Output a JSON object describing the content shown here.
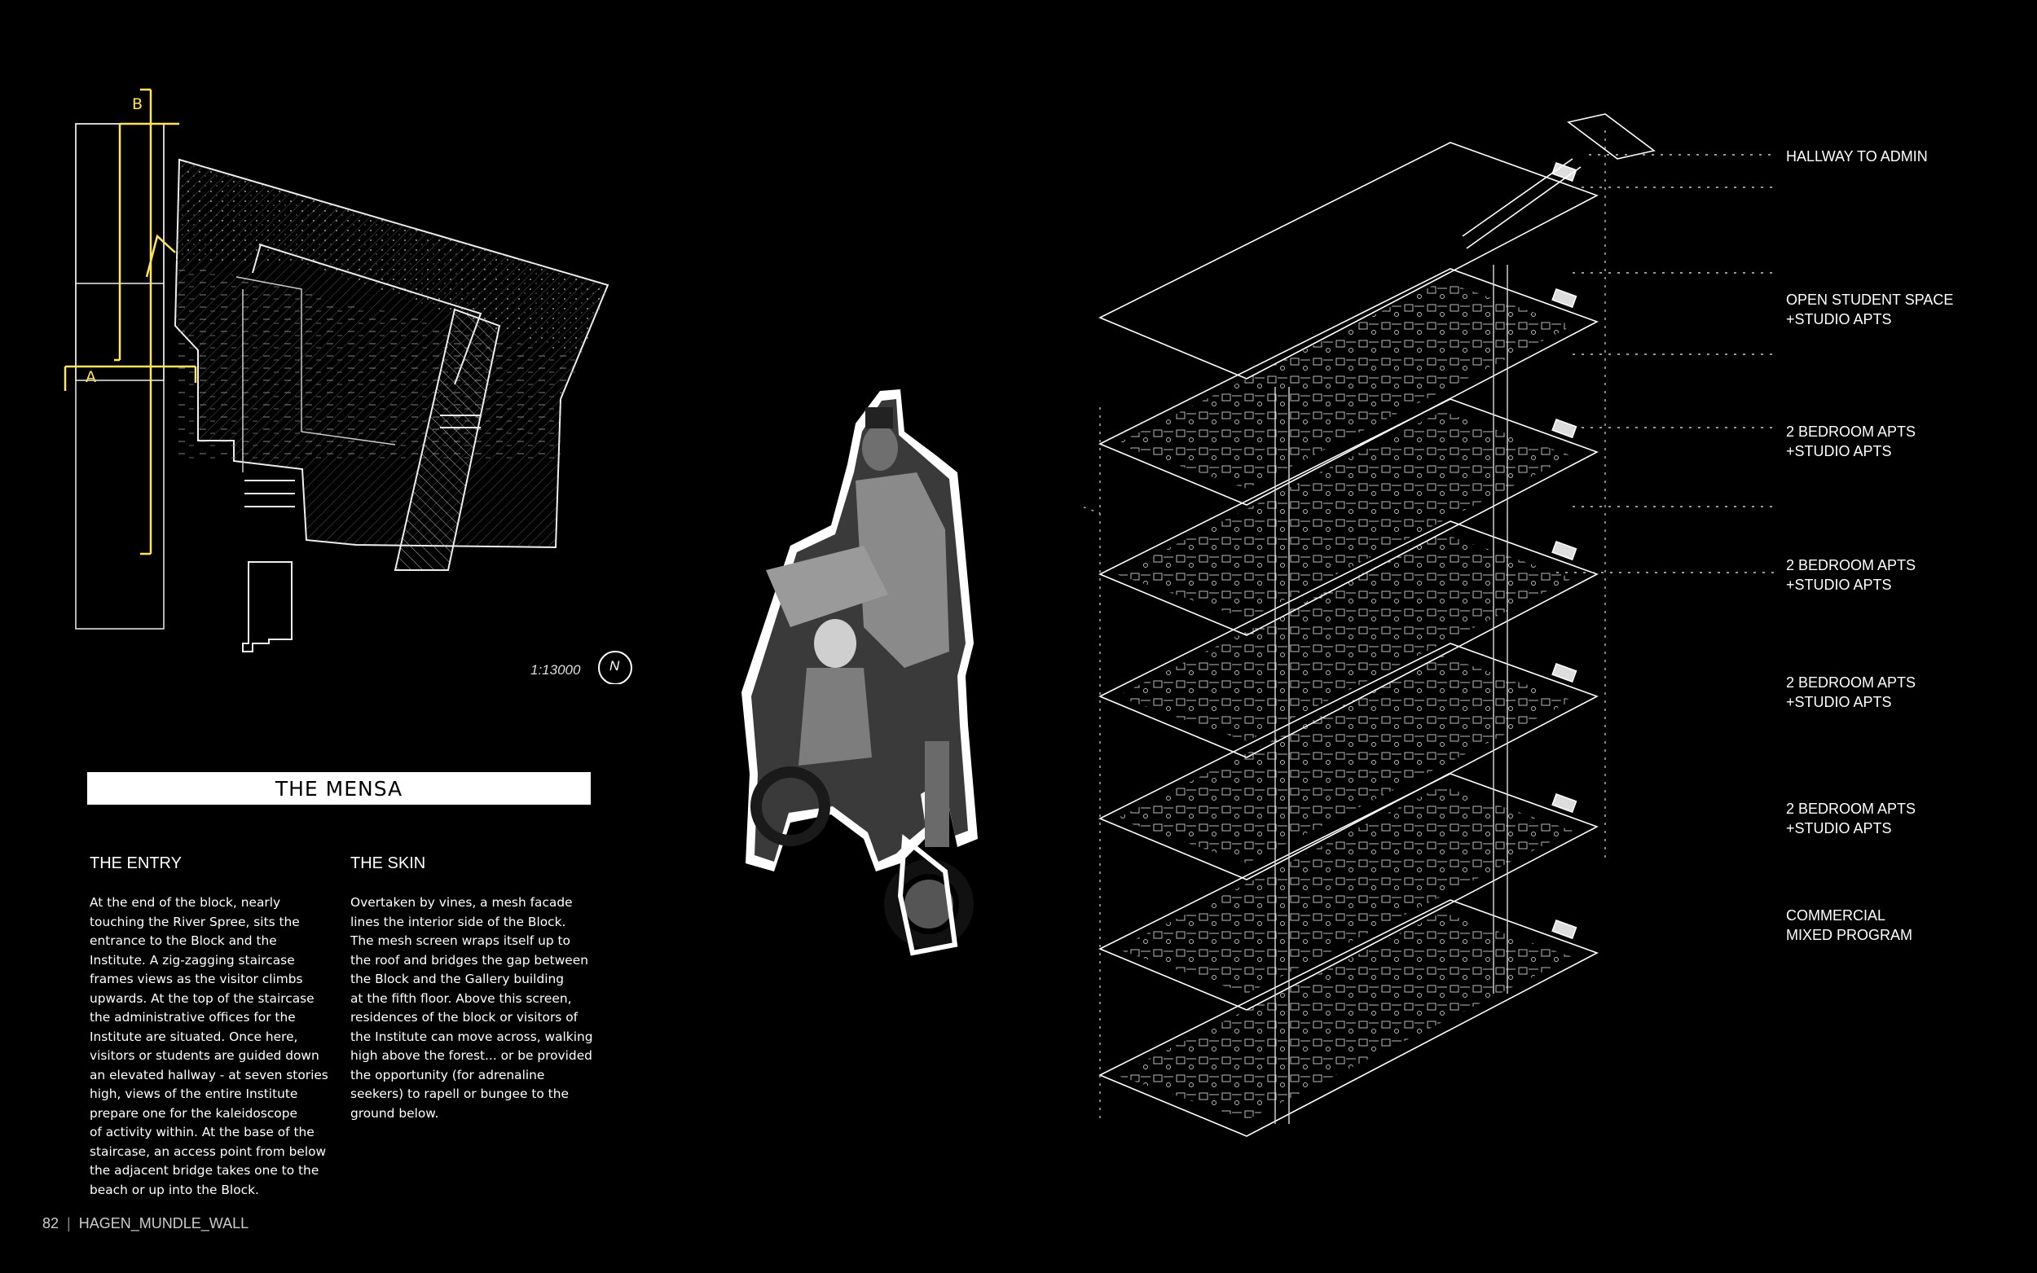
{
  "site_plan": {
    "section_labels": [
      "A",
      "B"
    ],
    "scale": "1:13000",
    "north_symbol": "N",
    "accent_color": "#ffe55a"
  },
  "section": {
    "title": "THE MENSA"
  },
  "columns": [
    {
      "title": "THE ENTRY",
      "body": "At the end of the block, nearly\ntouching the River Spree, sits the\nentrance to the Block and the\nInstitute. A zig-zagging staircase\nframes views as the visitor climbs\nupwards. At the top of the staircase\nthe administrative offices for the\nInstitute are situated. Once here,\nvisitors or students are guided down\nan elevated hallway - at seven stories\nhigh, views of the entire Institute\nprepare one for the kaleidoscope\nof activity within. At the base of the\nstaircase, an access point from below\nthe adjacent bridge takes one to the\nbeach or up into the Block."
    },
    {
      "title": "THE SKIN",
      "body": "Overtaken by vines, a mesh facade\nlines the interior side of the Block.\nThe mesh screen wraps itself up to\nthe roof and bridges the gap between\nthe Block and the Gallery building\nat the fifth floor. Above this screen,\nresidences of the block or visitors of\nthe Institute can move across, walking\nhigh above the forest... or be provided\nthe opportunity (for adrenaline\nseekers) to rapell or bungee to the\nground below."
    }
  ],
  "floor_labels": [
    "HALLWAY TO ADMIN",
    "OPEN STUDENT SPACE\n+STUDIO APTS",
    "2 BEDROOM APTS\n+STUDIO APTS",
    "2 BEDROOM APTS\n+STUDIO APTS",
    "2 BEDROOM APTS\n+STUDIO APTS",
    "2 BEDROOM APTS\n+STUDIO APTS",
    "COMMERCIAL\nMIXED PROGRAM"
  ],
  "footer": {
    "page_number": "82",
    "project": "HAGEN_MUNDLE_WALL"
  }
}
